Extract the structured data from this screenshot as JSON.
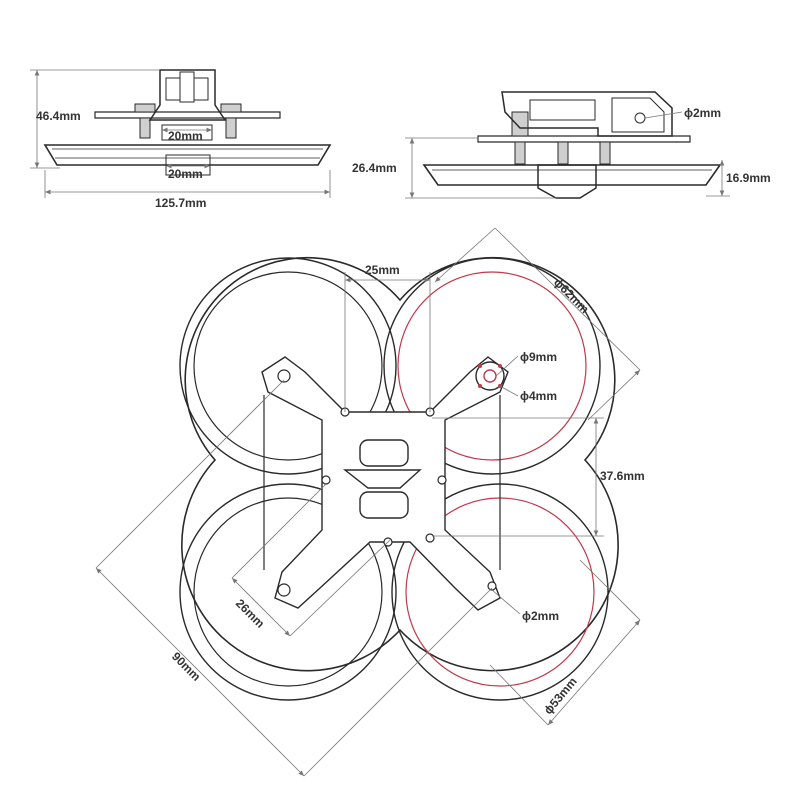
{
  "colors": {
    "line": "#2a2a2a",
    "dimension": "#777777",
    "accent": "#c0394a",
    "background": "#ffffff"
  },
  "front_view": {
    "height": "46.4mm",
    "upper_width": "20mm",
    "lower_width": "20mm",
    "total_width": "125.7mm"
  },
  "side_view": {
    "screw_diameter": "ϕ2mm",
    "height": "26.4mm",
    "duct_height": "16.9mm"
  },
  "top_view": {
    "hole_spacing_x": "25mm",
    "duct_diameter": "ϕ62mm",
    "motor_center": "ϕ9mm",
    "motor_hole": "ϕ4mm",
    "hole_spacing_y": "37.6mm",
    "mount_spacing": "26mm",
    "arm_hole": "ϕ2mm",
    "wheelbase": "90mm",
    "prop_diameter": "ϕ53mm"
  }
}
